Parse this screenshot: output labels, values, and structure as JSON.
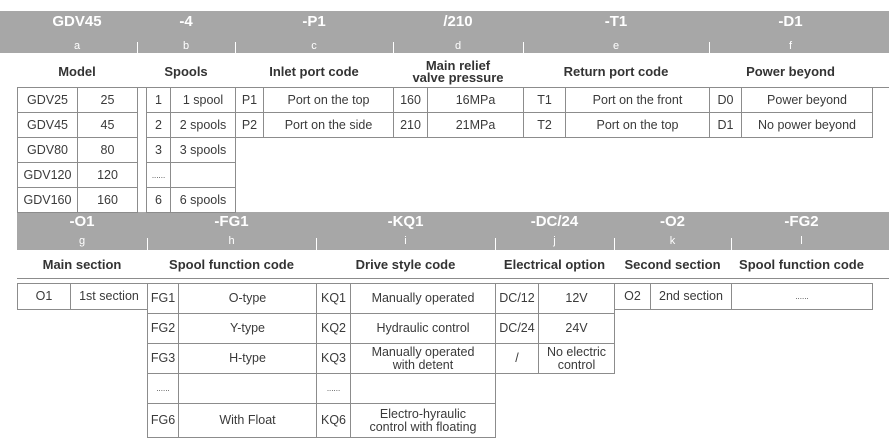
{
  "top_codes": [
    {
      "code": "GDV45",
      "letter": "a"
    },
    {
      "code": "-4",
      "letter": "b"
    },
    {
      "code": "-P1",
      "letter": "c"
    },
    {
      "code": "/210",
      "letter": "d"
    },
    {
      "code": "-T1",
      "letter": "e"
    },
    {
      "code": "-D1",
      "letter": "f"
    }
  ],
  "top_headers": [
    "Model",
    "Spools",
    "Inlet port code",
    "Main relief\nvalve pressure",
    "Return port code",
    "Power beyond"
  ],
  "model": [
    [
      "GDV25",
      "25"
    ],
    [
      "GDV45",
      "45"
    ],
    [
      "GDV80",
      "80"
    ],
    [
      "GDV120",
      "120"
    ],
    [
      "GDV160",
      "160"
    ]
  ],
  "spools": [
    [
      "1",
      "1 spool"
    ],
    [
      "2",
      "2 spools"
    ],
    [
      "3",
      "3 spools"
    ],
    [
      "......",
      ""
    ],
    [
      "6",
      "6 spools"
    ]
  ],
  "inlet": [
    [
      "P1",
      "Port on the top"
    ],
    [
      "P2",
      "Port on the side"
    ]
  ],
  "pressure": [
    [
      "160",
      "16MPa"
    ],
    [
      "210",
      "21MPa"
    ]
  ],
  "return_port": [
    [
      "T1",
      "Port on the front"
    ],
    [
      "T2",
      "Port on the top"
    ]
  ],
  "power": [
    [
      "D0",
      "Power beyond"
    ],
    [
      "D1",
      "No power beyond"
    ]
  ],
  "bottom_codes": [
    {
      "code": "-O1",
      "letter": "g"
    },
    {
      "code": "-FG1",
      "letter": "h"
    },
    {
      "code": "-KQ1",
      "letter": "i"
    },
    {
      "code": "-DC/24",
      "letter": "j"
    },
    {
      "code": "-O2",
      "letter": "k"
    },
    {
      "code": "-FG2",
      "letter": "l"
    }
  ],
  "bottom_headers": [
    "Main section",
    "Spool function code",
    "Drive style code",
    "Electrical option",
    "Second section",
    "Spool function code"
  ],
  "main_section": [
    [
      "O1",
      "1st section"
    ]
  ],
  "spool_function": [
    [
      "FG1",
      "O-type"
    ],
    [
      "FG2",
      "Y-type"
    ],
    [
      "FG3",
      "H-type"
    ],
    [
      "......",
      ""
    ],
    [
      "FG6",
      "With Float"
    ]
  ],
  "drive_style": [
    [
      "KQ1",
      "Manually operated"
    ],
    [
      "KQ2",
      "Hydraulic control"
    ],
    [
      "KQ3",
      "Manually operated\nwith detent"
    ],
    [
      "......",
      ""
    ],
    [
      "KQ6",
      "Electro-hyraulic\ncontrol with floating"
    ]
  ],
  "electrical": [
    [
      "DC/12",
      "12V"
    ],
    [
      "DC/24",
      "24V"
    ],
    [
      "/",
      "No electric\ncontrol"
    ]
  ],
  "second_section": [
    [
      "O2",
      "2nd section"
    ]
  ],
  "spool_function_2": [
    [
      "......"
    ]
  ]
}
